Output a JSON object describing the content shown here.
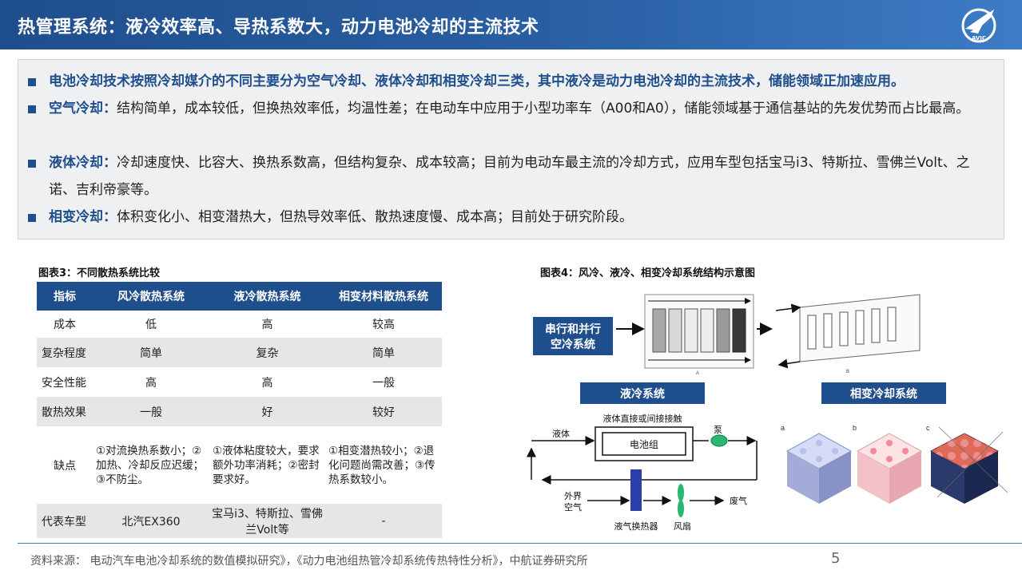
{
  "header": {
    "title": "热管理系统：液冷效率高、导热系数大，动力电池冷却的主流技术",
    "logo_text": "AVIC"
  },
  "summary": {
    "bullet1": "电池冷却技术按照冷却媒介的不同主要分为空气冷却、液体冷却和相变冷却三类，其中液冷是动力电池冷却的主流技术，储能领域正加速应用。",
    "bullet2_kw": "空气冷却：",
    "bullet2": "结构简单，成本较低，但换热效率低，均温性差；在电动车中应用于小型功率车（A00和A0），储能领域基于通信基站的先发优势而占比最高。",
    "bullet3_kw": "液体冷却：",
    "bullet3": "冷却速度快、比容大、换热系数高，但结构复杂、成本较高；目前为电动车最主流的冷却方式，应用车型包括宝马i3、特斯拉、雪佛兰Volt、之诺、吉利帝豪等。",
    "bullet4_kw": "相变冷却：",
    "bullet4": "体积变化小、相变潜热大，但热导效率低、散热速度慢、成本高；目前处于研究阶段。"
  },
  "table": {
    "caption": "图表3：不同散热系统比较",
    "headers": [
      "指标",
      "风冷散热系统",
      "液冷散热系统",
      "相变材料散热系统"
    ],
    "rows": [
      [
        "成本",
        "低",
        "高",
        "较高"
      ],
      [
        "复杂程度",
        "简单",
        "复杂",
        "简单"
      ],
      [
        "安全性能",
        "高",
        "高",
        "一般"
      ],
      [
        "散热效果",
        "一般",
        "好",
        "较好"
      ],
      [
        "缺点",
        "①对流换热系数小；②加热、冷却反应迟缓；③不防尘。",
        "①液体粘度较大，要求额外功率消耗；②密封要求好。",
        "①相变潜热较小；②退化问题尚需改善；③传热系数较小。"
      ],
      [
        "代表车型",
        "北汽EX360",
        "宝马i3、特斯拉、雪佛兰Volt等",
        "-"
      ]
    ]
  },
  "diagram": {
    "caption": "图表4：风冷、液冷、相变冷却系统结构示意图",
    "air_label_line1": "串行和并行",
    "air_label_line2": "空冷系统",
    "fig_a": "A",
    "fig_b": "B",
    "liquid_label": "液冷系统",
    "phase_label": "相变冷却系统",
    "loop_top": "液体直接或间接接触",
    "liquid": "液体",
    "pump": "泵",
    "battery_pack": "电池组",
    "outside_air_line1": "外界",
    "outside_air_line2": "空气",
    "exhaust": "废气",
    "heat_exchanger": "液气换热器",
    "fan": "风扇",
    "sub_a": "a",
    "sub_b": "b",
    "sub_c": "c",
    "colors": {
      "navy": "#1f4e8c",
      "pump_green": "#2bb673",
      "exchanger": "#2a3fa8"
    }
  },
  "footer": {
    "source": "资料来源：  电动汽车电池冷却系统的数值模拟研究》，《动力电池组热管冷却系统传热特性分析》，中航证券研究所",
    "page": "5"
  }
}
